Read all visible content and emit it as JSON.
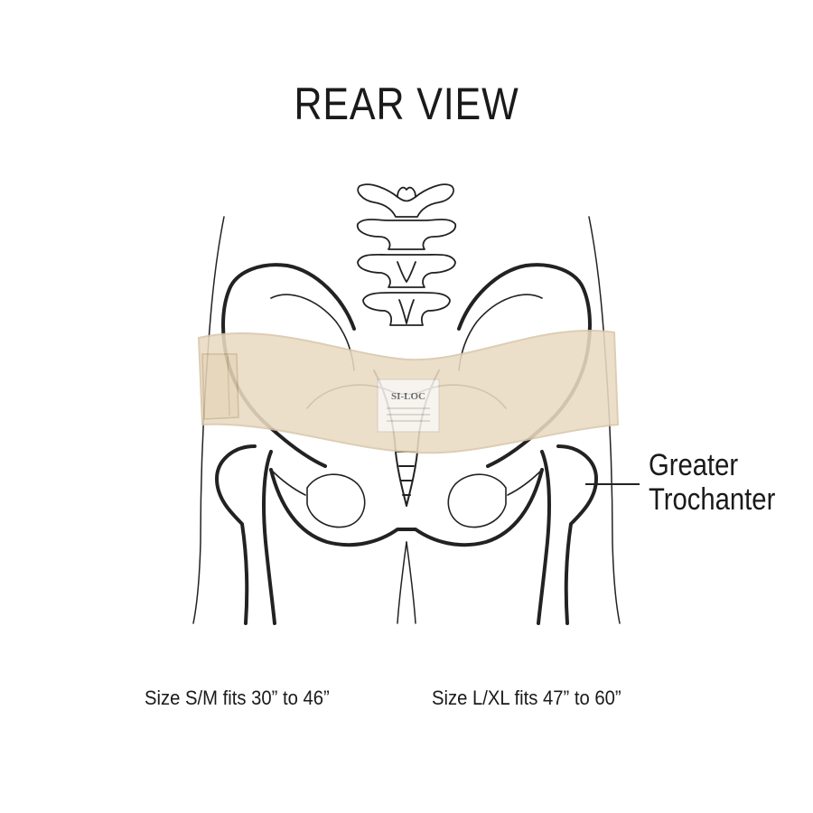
{
  "header": {
    "title": "REAR VIEW"
  },
  "belt": {
    "brand_text": "SI-LOC",
    "color": "#eadbc2",
    "edge_color": "#d8c7aa"
  },
  "callout": {
    "line1": "Greater",
    "line2": "Trochanter"
  },
  "sizes": {
    "small_medium": "Size S/M fits 30” to 46”",
    "large_xlarge": "Size L/XL fits 47” to 60”"
  }
}
